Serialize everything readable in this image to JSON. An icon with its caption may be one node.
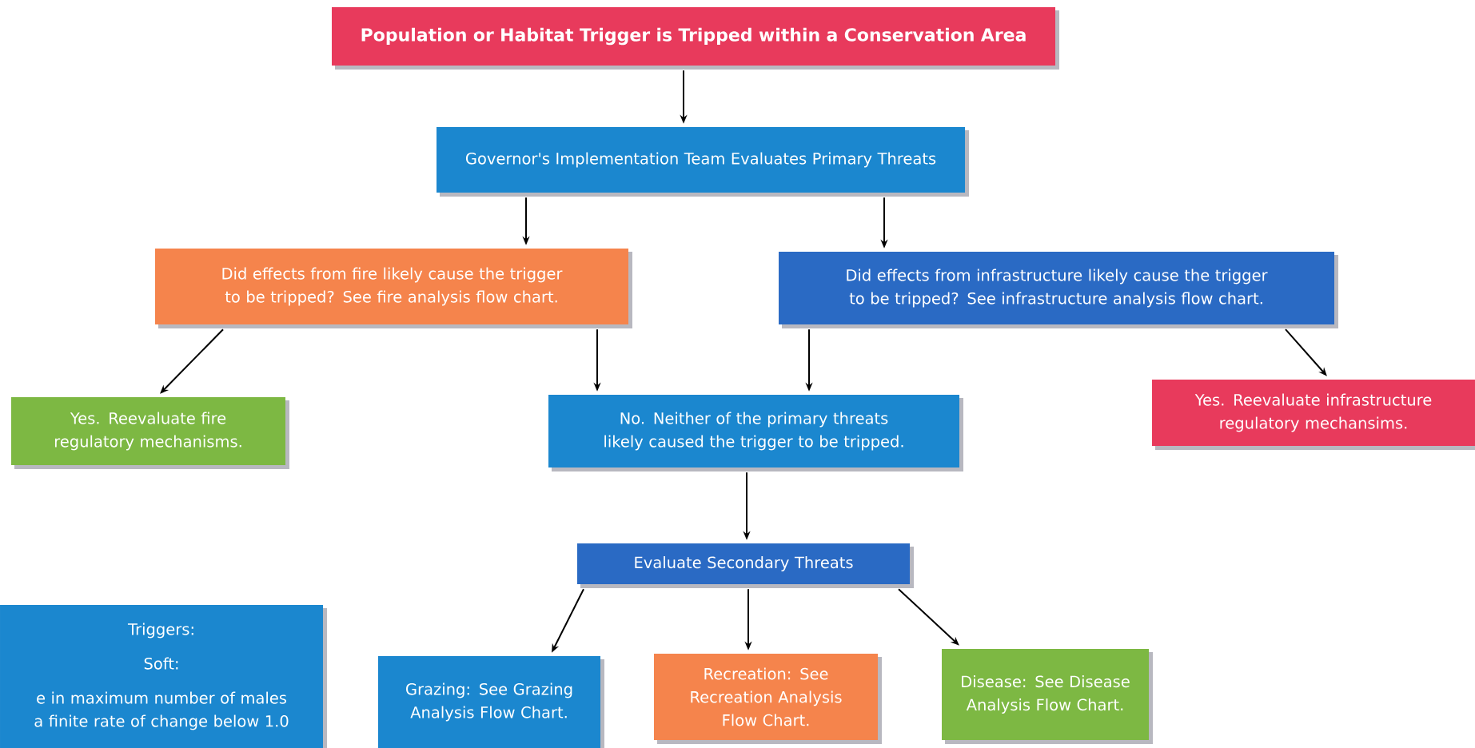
{
  "diagram": {
    "nodes": [
      {
        "text": [
          "Population or Habitat Trigger is Tripped within a Conservation Area"
        ]
      },
      {
        "text": [
          "Governor's Implementation Team Evaluates Primary Threats"
        ]
      },
      {
        "text": [
          "Did effects from fire likely cause the trigger to be tripped?  See fire analysis flow chart."
        ]
      },
      {
        "text": [
          "Did effects from infrastructure likely cause the trigger to be tripped?  See infrastructure analysis flow chart."
        ]
      },
      {
        "text": [
          "Yes. Reevaluate fire regulatory mechanisms."
        ]
      },
      {
        "text": [
          "No. Neither of the primary threats likely caused the trigger to be tripped."
        ]
      },
      {
        "text": [
          "Yes. Reevaluate infrastructure regulatory mechansims."
        ]
      },
      {
        "text": [
          "Evaluate Secondary Threats"
        ]
      },
      {
        "text": [
          "Triggers:",
          "Soft:",
          "e in maximum number of males a finite rate of change below 1.0"
        ]
      },
      {
        "text": [
          "Grazing: See Grazing Analysis Flow Chart."
        ]
      },
      {
        "text": [
          "Recreation: See Recreation Analysis Flow Chart."
        ]
      },
      {
        "text": [
          "Disease: See Disease Analysis Flow Chart."
        ]
      }
    ],
    "edges": [
      {
        "from": 0,
        "to": 1,
        "arrow": "to"
      },
      {
        "from": 1,
        "to": 2,
        "arrow": "to"
      },
      {
        "from": 1,
        "to": 3,
        "arrow": "to"
      },
      {
        "from": 2,
        "to": 4,
        "arrow": "to"
      },
      {
        "from": 2,
        "to": 5,
        "arrow": "to"
      },
      {
        "from": 3,
        "to": 5,
        "arrow": "to"
      },
      {
        "from": 3,
        "to": 6,
        "arrow": "to"
      },
      {
        "from": 5,
        "to": 7,
        "arrow": "to"
      },
      {
        "from": 7,
        "to": 9,
        "arrow": "to"
      },
      {
        "from": 7,
        "to": 10,
        "arrow": "to"
      },
      {
        "from": 7,
        "to": 11,
        "arrow": "to"
      }
    ]
  }
}
